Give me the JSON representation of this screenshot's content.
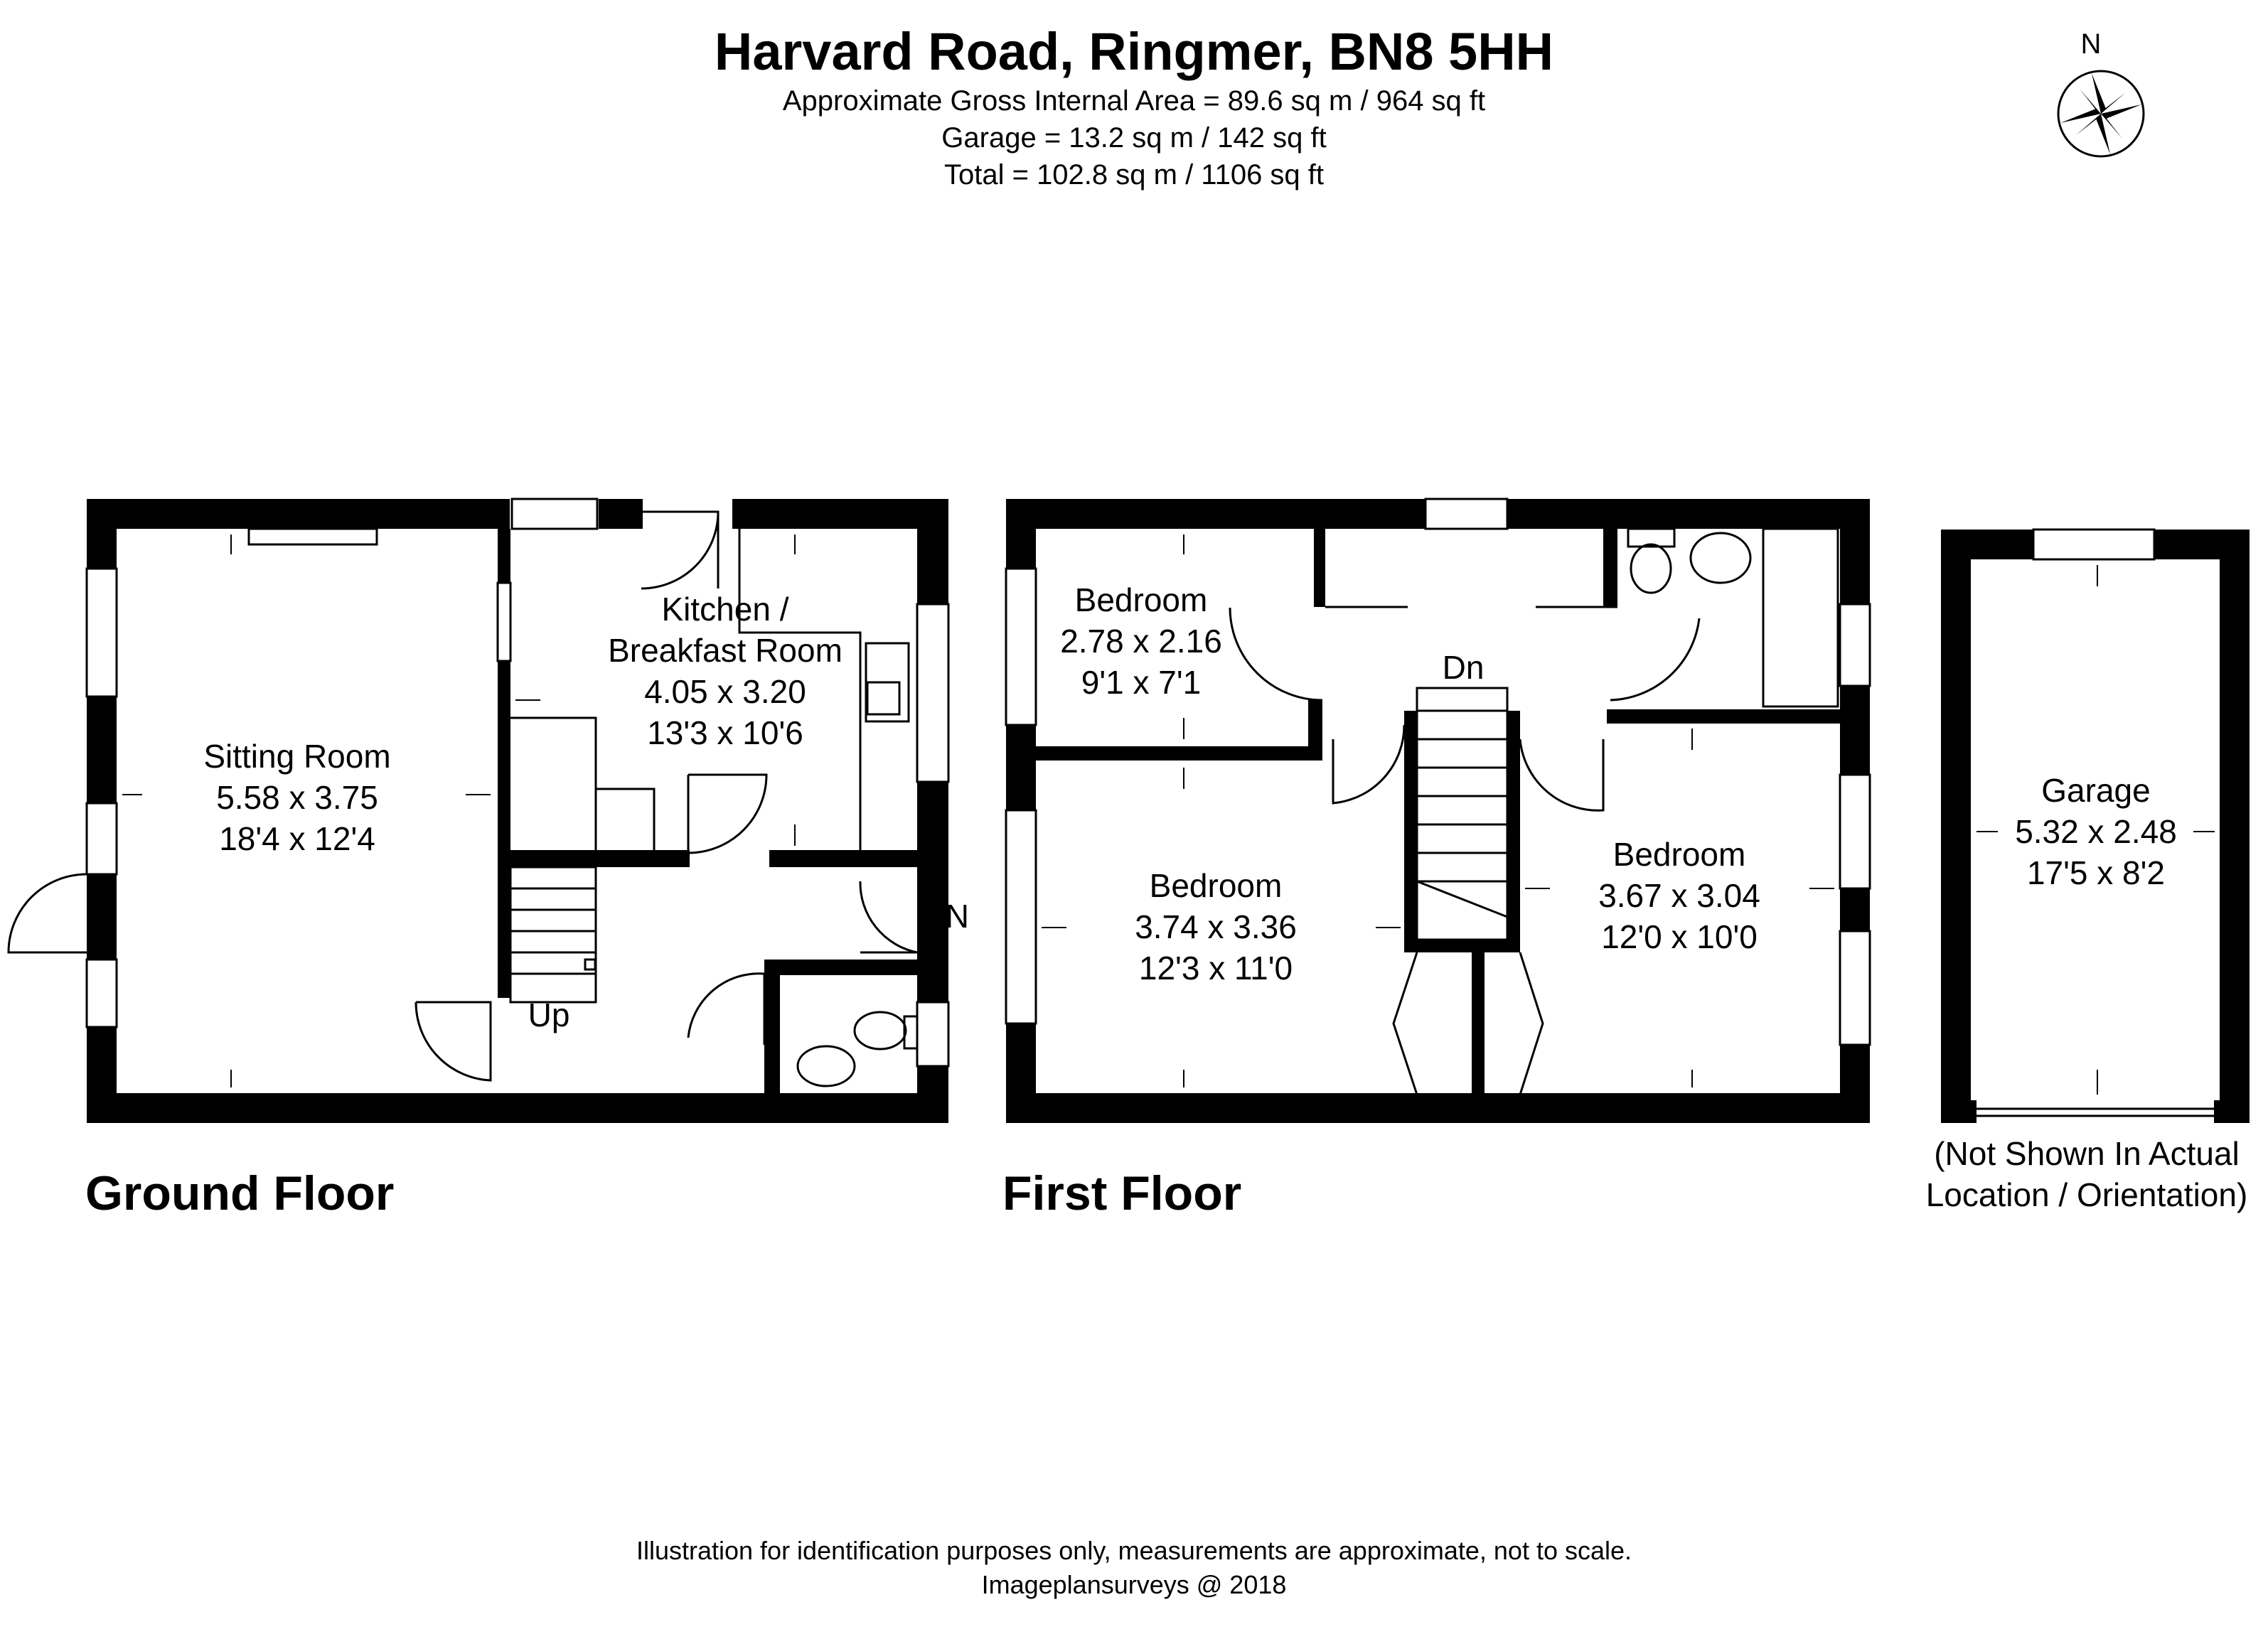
{
  "header": {
    "title": "Harvard Road, Ringmer, BN8 5HH",
    "area_line": "Approximate Gross Internal Area = 89.6 sq m / 964 sq ft",
    "garage_line": "Garage = 13.2 sq m / 142 sq ft",
    "total_line": "Total = 102.8 sq m / 1106 sq ft"
  },
  "compass": {
    "label": "N"
  },
  "ground_floor": {
    "label": "Ground Floor",
    "sitting_room": {
      "name": "Sitting Room",
      "metric": "5.58 x 3.75",
      "imperial": "18'4 x 12'4"
    },
    "kitchen": {
      "name_line1": "Kitchen /",
      "name_line2": "Breakfast Room",
      "metric": "4.05 x 3.20",
      "imperial": "13'3 x 10'6"
    },
    "stairs_label": "Up",
    "entrance_label": "IN"
  },
  "first_floor": {
    "label": "First Floor",
    "bedroom_small": {
      "name": "Bedroom",
      "metric": "2.78 x 2.16",
      "imperial": "9'1 x 7'1"
    },
    "bedroom_left": {
      "name": "Bedroom",
      "metric": "3.74 x 3.36",
      "imperial": "12'3 x 11'0"
    },
    "bedroom_right": {
      "name": "Bedroom",
      "metric": "3.67 x 3.04",
      "imperial": "12'0 x 10'0"
    },
    "stairs_label": "Dn"
  },
  "garage": {
    "name": "Garage",
    "metric": "5.32 x 2.48",
    "imperial": "17'5 x 8'2",
    "note_line1": "(Not Shown In Actual",
    "note_line2": "Location / Orientation)"
  },
  "footer": {
    "disclaimer": "Illustration for identification purposes only, measurements are approximate, not to scale.",
    "credit": "Imageplansurveys @ 2018"
  }
}
